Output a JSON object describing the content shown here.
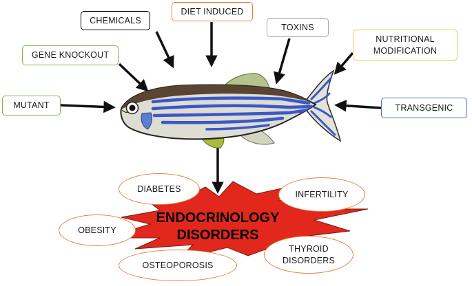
{
  "causes": {
    "chemicals": "CHEMICALS",
    "diet_induced": "DIET INDUCED",
    "toxins": "TOXINS",
    "nutritional_modification": "NUTRITIONAL MODIFICATION",
    "gene_knockout": "GENE KNOCKOUT",
    "mutant": "MUTANT",
    "transgenic": "TRANSGENIC"
  },
  "outcome": {
    "title_line1": "ENDOCRINOLOGY",
    "title_line2": "DISORDERS"
  },
  "disorders": {
    "diabetes": "DIABETES",
    "infertility": "INFERTILITY",
    "obesity": "OBESITY",
    "thyroid_line1": "THYROID",
    "thyroid_line2": "DISORDERS",
    "osteoporosis": "OSTEOPOROSIS"
  },
  "colors": {
    "chemicals_border": "#000000",
    "diet_border": "#e87e3c",
    "toxins_border": "#a6a6a6",
    "nutritional_border": "#f2c44a",
    "gene_knockout_border": "#7ab648",
    "mutant_border": "#7ab648",
    "transgenic_border": "#4a72b8",
    "oval_border": "#e87e3c",
    "burst_fill": "#e2271d",
    "fish_stripe": "#3a58c9"
  },
  "icons": {
    "fish": "zebrafish-illustration",
    "burst": "explosion-burst"
  }
}
